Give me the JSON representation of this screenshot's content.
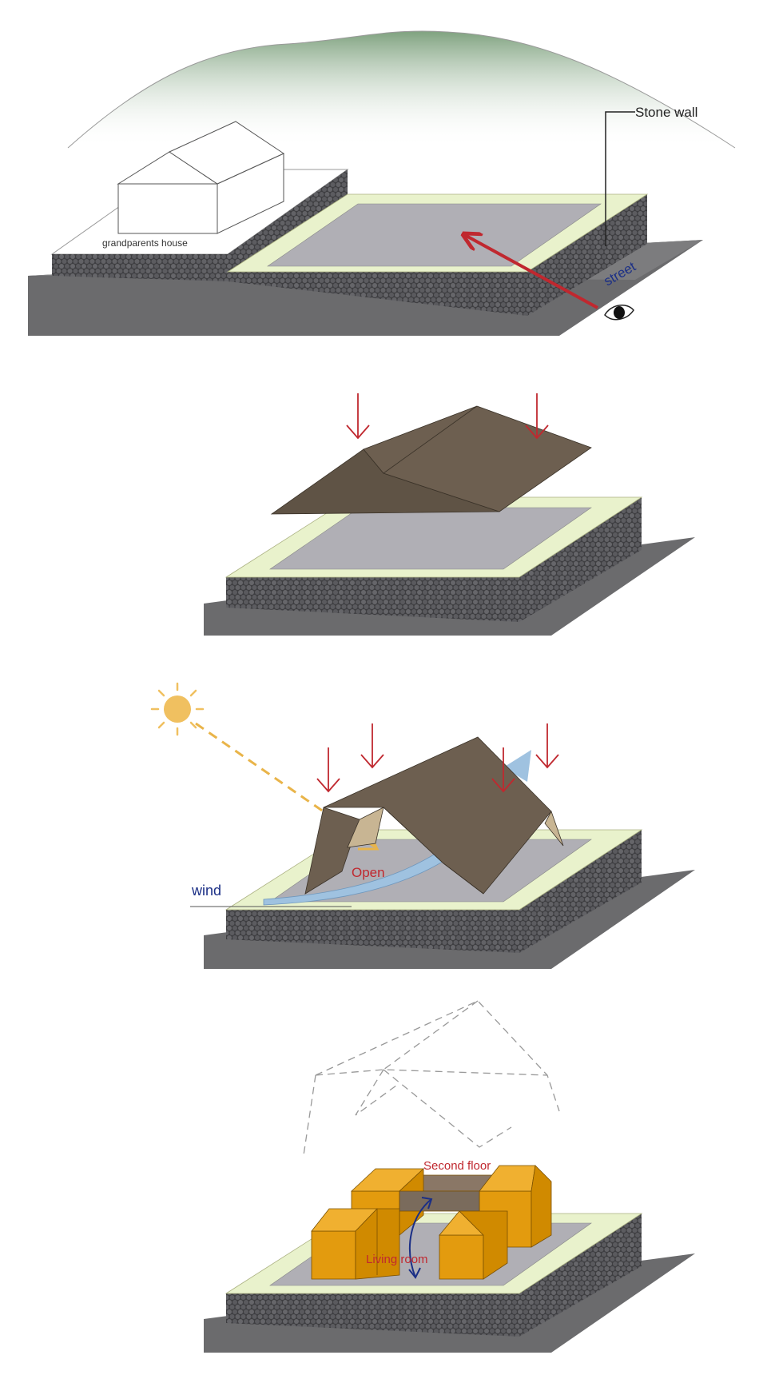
{
  "labels": {
    "stone_wall": "Stone wall",
    "grandparents_house": "grandparents house",
    "street": "street",
    "wind": "wind",
    "open": "Open",
    "second_floor": "Second floor",
    "living_room": "Living room"
  },
  "icons": {
    "viewer": "eye-icon",
    "sun": "sun-icon",
    "load": "down-arrow-icon"
  },
  "colors": {
    "ground": "#6b6b6d",
    "stone": "#4d4d50",
    "lawn": "#e9f2cc",
    "floor": "#b0afb5",
    "roof": "#6d5f50",
    "house_block": "#e39b0e",
    "accent_red": "#c0282f",
    "sun": "#f0c060",
    "wind": "#9fc2e0",
    "label_blue": "#1b2f86",
    "mountain": "#7fa27f"
  }
}
